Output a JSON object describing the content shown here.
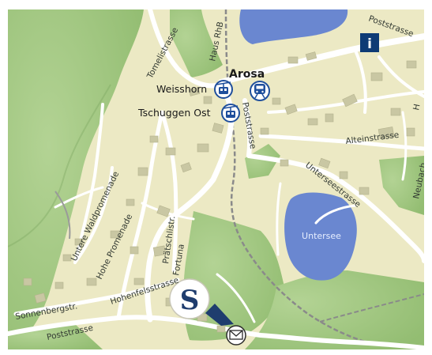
{
  "map": {
    "town": "Arosa",
    "lake": "Untersee",
    "places": {
      "weisshorn": "Weisshorn",
      "tschuggen": "Tschuggen Ost"
    },
    "streets": {
      "poststrasse_top": "Poststrasse",
      "poststrasse_mid": "Poststrasse",
      "poststrasse_bottom": "Poststrasse",
      "tomelistrasse": "Tomelistrasse",
      "haus_rhb": "Haus RhB",
      "alteinstrasse": "Alteinstrasse",
      "unterseestrasse": "Unterseestrasse",
      "neubach": "Neubach",
      "h_edge": "H",
      "untere_waldpromenade": "Untere Waldpromenade",
      "hohe_promenade": "Hohe Promenade",
      "pratschlistr": "Prätschlistr.",
      "hohenfelsstrasse": "Hohenfelsstrasse",
      "fortuna": "Fortuna",
      "sonnenbergstr": "Sonnenbergstr."
    },
    "info_label": "i",
    "logo_letter": "S",
    "colors": {
      "terrain": "#ece9c4",
      "forest": "#a3c982",
      "water": "#6a87d0",
      "road": "#ffffff",
      "info": "#0e3b75",
      "icon": "#1f4f9c"
    }
  }
}
